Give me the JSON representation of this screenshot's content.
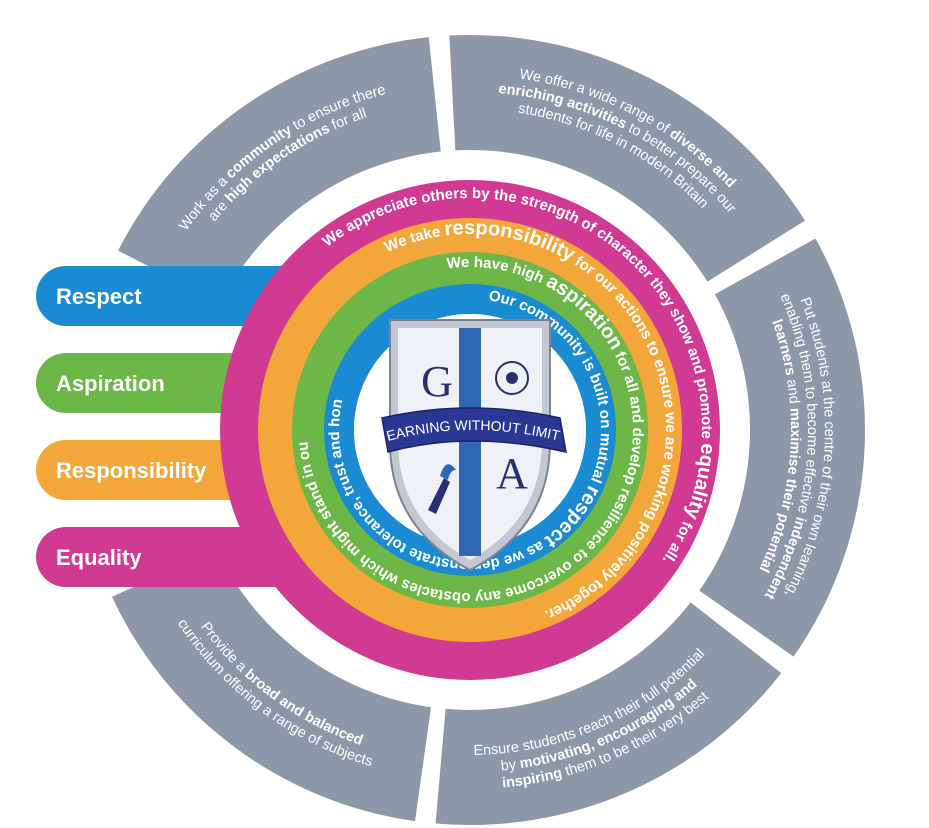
{
  "colors": {
    "grey": "#8c97a8",
    "magenta": "#d03a93",
    "orange": "#f3a63a",
    "green": "#6cb748",
    "blue": "#1a8bd2",
    "navy": "#2a2f6e",
    "crest_blue": "#2e66b4"
  },
  "tabs": [
    {
      "label": "Respect"
    },
    {
      "label": "Aspiration"
    },
    {
      "label": "Responsibility"
    },
    {
      "label": "Equality"
    }
  ],
  "rings": {
    "magenta": [
      {
        "t": "We appreciate others by the strength of character they show and promote ",
        "b": false
      },
      {
        "t": "equality",
        "b": true
      },
      {
        "t": " for all.",
        "b": false
      }
    ],
    "orange": [
      {
        "t": "We take ",
        "b": false
      },
      {
        "t": "responsibility",
        "b": true
      },
      {
        "t": " for our actions to ensure we are working positively together.",
        "b": false
      }
    ],
    "green": [
      {
        "t": "We have high ",
        "b": false
      },
      {
        "t": "aspiration",
        "b": true
      },
      {
        "t": " for all and develop resilience to overcome any obstacles which might stand in our way.",
        "b": false
      }
    ],
    "blue": [
      {
        "t": "Our community is built on mutual ",
        "b": false
      },
      {
        "t": "respect",
        "b": true
      },
      {
        "t": " as we demonstrate tolerance, trust and honesty.",
        "b": false
      }
    ]
  },
  "segments": [
    {
      "lines": [
        [
          {
            "t": "Work as a ",
            "b": false
          },
          {
            "t": "community",
            "b": true
          },
          {
            "t": " to ensure there",
            "b": false
          }
        ],
        [
          {
            "t": "are ",
            "b": false
          },
          {
            "t": "high expectations",
            "b": true
          },
          {
            "t": " for all",
            "b": false
          }
        ]
      ]
    },
    {
      "lines": [
        [
          {
            "t": "We offer a wide range of ",
            "b": false
          },
          {
            "t": "diverse and",
            "b": true
          }
        ],
        [
          {
            "t": "enriching activities",
            "b": true
          },
          {
            "t": " to better prepare our",
            "b": false
          }
        ],
        [
          {
            "t": "students for life in modern Britain",
            "b": false
          }
        ]
      ]
    },
    {
      "lines": [
        [
          {
            "t": "Put students at the centre of their own learning,",
            "b": false
          }
        ],
        [
          {
            "t": "enabling them to become effective ",
            "b": false
          },
          {
            "t": "independent",
            "b": true
          }
        ],
        [
          {
            "t": "learners",
            "b": true
          },
          {
            "t": " and ",
            "b": false
          },
          {
            "t": "maximise their potential",
            "b": true
          }
        ]
      ]
    },
    {
      "lines": [
        [
          {
            "t": "Ensure students reach their full potential",
            "b": false
          }
        ],
        [
          {
            "t": "by ",
            "b": false
          },
          {
            "t": "motivating, encouraging and",
            "b": true
          }
        ],
        [
          {
            "t": "inspiring",
            "b": true
          },
          {
            "t": " them to be their very best",
            "b": false
          }
        ]
      ]
    },
    {
      "lines": [
        [
          {
            "t": "Provide a ",
            "b": false
          },
          {
            "t": "broad and balanced",
            "b": true
          }
        ],
        [
          {
            "t": "curriculum offering a range of subjects",
            "b": false
          }
        ]
      ]
    }
  ],
  "crest": {
    "letter_left": "G",
    "letter_right": "A",
    "motto": "LEARNING WITHOUT LIMITS"
  }
}
